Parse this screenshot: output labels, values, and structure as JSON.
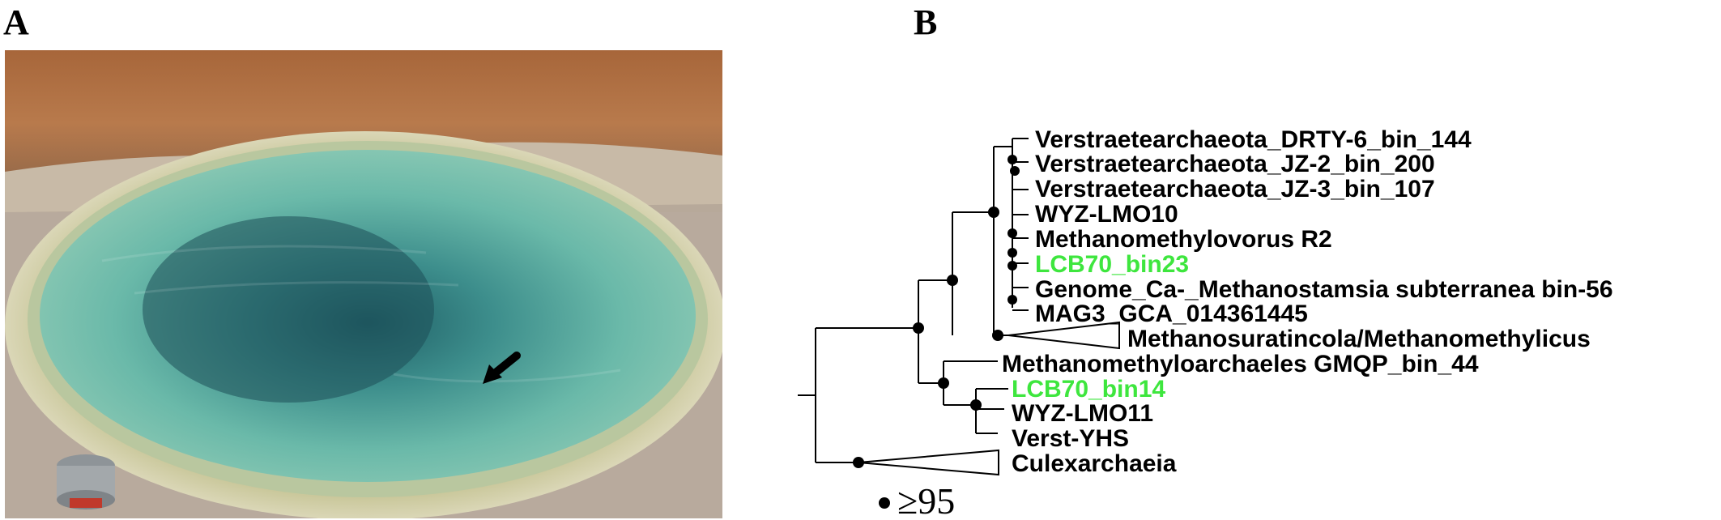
{
  "panels": {
    "a_label": "A",
    "b_label": "B"
  },
  "tree": {
    "leaves": [
      {
        "label": "Verstraetearchaeota_DRTY-6_bin_144",
        "color": "#000000"
      },
      {
        "label": "Verstraetearchaeota_JZ-2_bin_200",
        "color": "#000000"
      },
      {
        "label": "Verstraetearchaeota_JZ-3_bin_107",
        "color": "#000000"
      },
      {
        "label": "WYZ-LMO10",
        "color": "#000000"
      },
      {
        "label": "Methanomethylovorus R2",
        "color": "#000000"
      },
      {
        "label": "LCB70_bin23",
        "color": "#3ee63e"
      },
      {
        "label": "Genome_Ca-_Methanostamsia subterranea bin-56",
        "color": "#000000"
      },
      {
        "label": "MAG3_GCA_014361445",
        "color": "#000000"
      },
      {
        "label": "Methanosuratincola/Methanomethylicus",
        "color": "#000000"
      },
      {
        "label": "Methanomethyloarchaeles GMQP_bin_44",
        "color": "#000000"
      },
      {
        "label": "LCB70_bin14",
        "color": "#3ee63e"
      },
      {
        "label": "WYZ-LMO11",
        "color": "#000000"
      },
      {
        "label": "Verst-YHS",
        "color": "#000000"
      },
      {
        "label": "Culexarchaeia",
        "color": "#000000"
      }
    ],
    "legend": {
      "symbol": "•",
      "text": "≥95"
    }
  },
  "photo": {
    "arrow_icon": "arrow-icon",
    "object_icon": "cooking-pot-icon"
  }
}
